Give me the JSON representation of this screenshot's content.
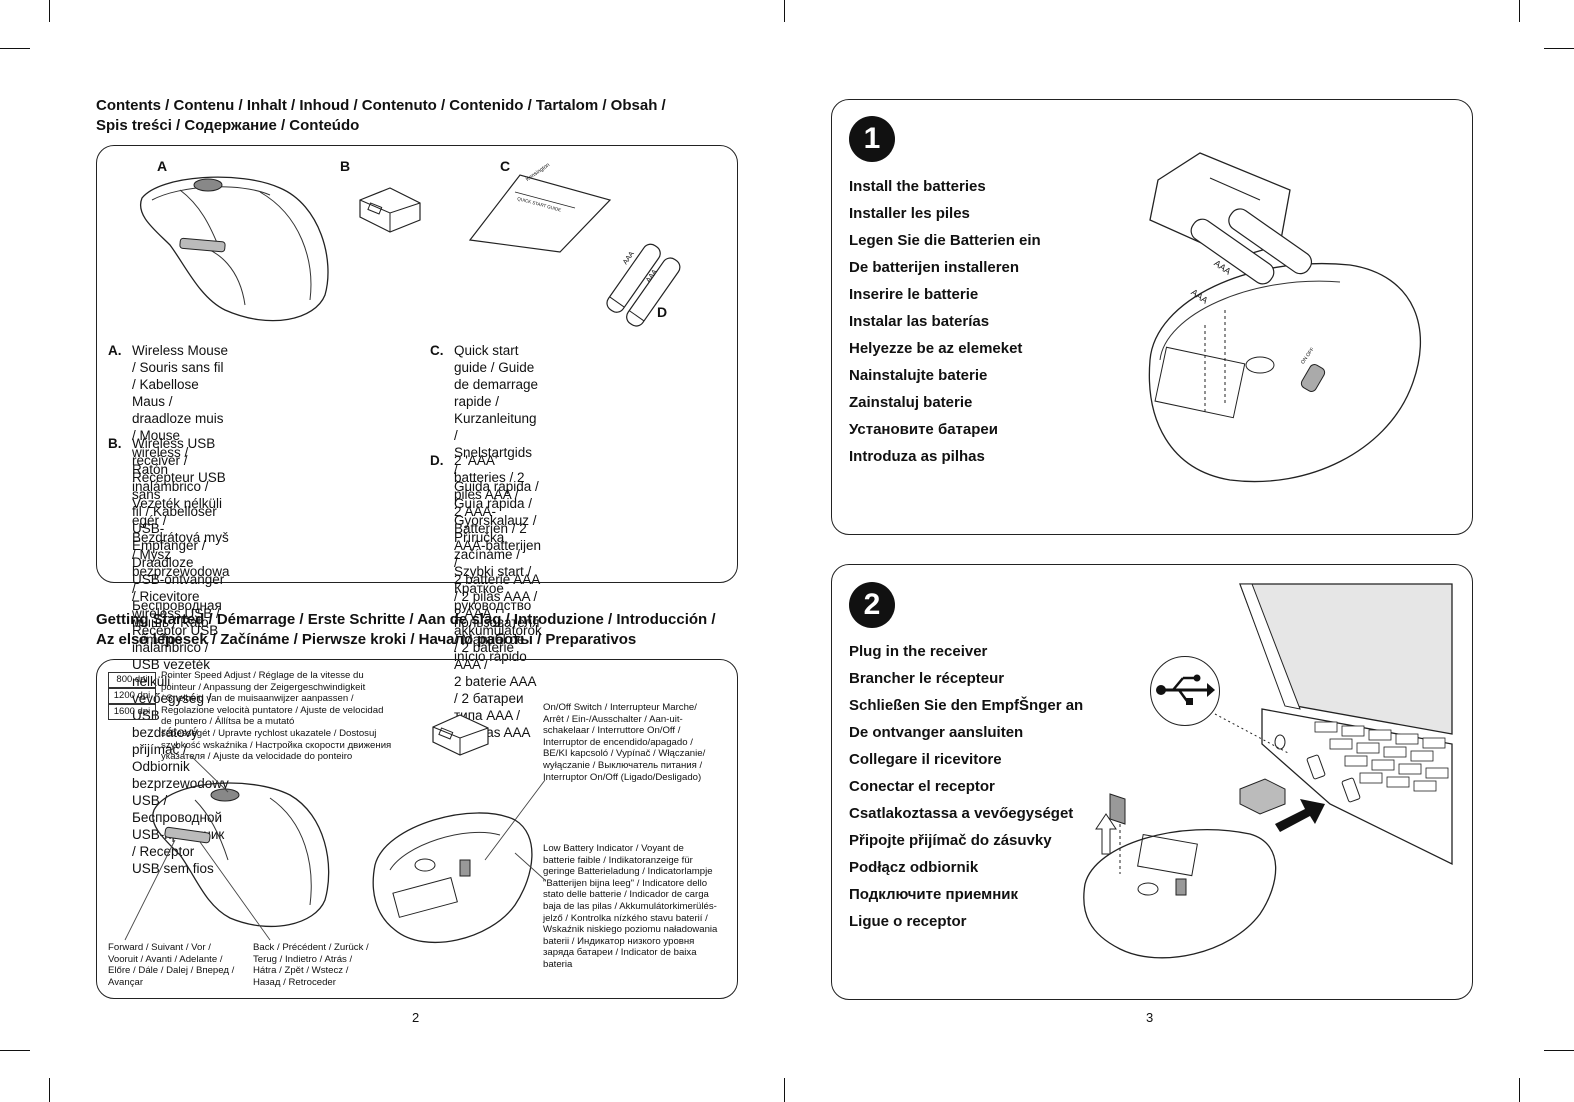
{
  "left_page": {
    "contents_heading": [
      "Contents / Contenu / Inhalt / Inhoud / Contenuto / Contenido / Tartalom / Obsah /",
      "Spis treści / Содержание / Conteúdo"
    ],
    "item_letters": {
      "a": "A",
      "b": "B",
      "c": "C",
      "d": "D"
    },
    "battery_label": "AAA",
    "guide_brand": "Kensington",
    "guide_title": "QUICK START GUIDE",
    "items": [
      {
        "letter": "A.",
        "text": [
          "Wireless Mouse / Souris sans fil / Kabellose",
          "Maus / draadloze muis / Mouse wireless /",
          "Ratón inalámbrico / Vezeték nélküli egér /",
          "Bezdrátová myš / Mysz bezprzewodowa /",
          "Беспроводная мышь / Rato sem fios"
        ]
      },
      {
        "letter": "B.",
        "text": [
          "Wireless USB receiver / Récepteur USB sans",
          "fil / Kabelloser USB-Empfänger / Draadloze",
          "USB-ontvanger / Ricevitore wireless USB /",
          "Receptor USB inalámbrico / USB vezeték",
          "nélküli vevőegység / USB bezdrátový",
          "přijímač / Odbiornik bezprzewodowy USB /",
          "Беспроводной USB-приемник / Receptor",
          "USB sem fios"
        ]
      },
      {
        "letter": "C.",
        "text": [
          "Quick start guide / Guide de demarrage",
          "rapide / Kurzanleitung / Snelstartgids /",
          "Guida rapida / Guía rápida / Gyorskalauz /",
          "Příručka začínáme / Szybki start /Краткое",
          "руководство пользователя / Manual de",
          "início rápido"
        ]
      },
      {
        "letter": "D.",
        "text": [
          "2 'AAA' batteries / 2 piles AAA /",
          "2 AAA-Batterien / 2 AAA-batterijen /",
          "2 batterie AAA / 2 pilas AAA / 2 AAA",
          "akkumulátorok / 2 baterie AAA /",
          "2 baterie AAA / 2 батареи типа AAA /",
          "2 pilhas AAA"
        ]
      }
    ],
    "getting_started_heading": [
      "Getting Started / Démarrage / Erste Schritte / Aan de slag / Introduzione / Introducción /",
      "Az első lépések / Začínáme / Pierwsze kroki / Начало работы / Preparativos"
    ],
    "dpi_values": [
      "800 dpi",
      "1200 dpi",
      "1600 dpi"
    ],
    "pointer_speed": [
      "Pointer Speed Adjust / Réglage de la vitesse du",
      "pointeur / Anpassung der Zeigergeschwindigkeit",
      "/ Snelheid van de muisaanwijzer aanpassen /",
      "Regolazione velocità puntatore / Ajuste de velocidad",
      "de puntero / Állítsa be a mutató",
      "sebességét / Upravte rychlost ukazatele / Dostosuj",
      "szybkość wskaźnika / Настройка скорости движения",
      "указателя / Ajuste da velocidade do ponteiro"
    ],
    "onoff_switch": [
      "On/Off Switch / Interrupteur Marche/",
      "Arrêt / Ein-/Ausschalter / Aan-uit-",
      "schakelaar / Interruttore On/Off /",
      "Interruptor de encendido/apagado /",
      "BE/KI kapcsoló / Vypínač / Włączanie/",
      "wyłączanie / Выключатель питания /",
      "Interruptor On/Off (Ligado/Desligado)"
    ],
    "low_battery": [
      "Low Battery Indicator / Voyant de",
      "batterie faible / Indikatoranzeige für",
      "geringe Batterieladung / Indicatorlampje",
      "\"Batterijen bijna leeg\" / Indicatore dello",
      "stato delle batterie / Indicador de carga",
      "baja de las pilas / Akkumulátorkimerülés-",
      "jelző / Kontrolka nízkého stavu baterií /",
      "Wskaźnik niskiego poziomu naładowania",
      "baterii / Индикатор низкого уровня",
      "заряда батареи / Indicator de baixa",
      "bateria"
    ],
    "forward": [
      "Forward / Suivant / Vor /",
      "Vooruit / Avanti / Adelante /",
      "Előre / Dále / Dalej / Вперед /",
      "Avançar"
    ],
    "back": [
      "Back / Précédent / Zurück /",
      "Terug / Indietro / Atrás /",
      "Hátra / Zpět / Wstecz /",
      "Назад / Retroceder"
    ],
    "page_number": "2"
  },
  "right_page": {
    "step1": {
      "number": "1",
      "lines": [
        "Install the batteries",
        "Installer les piles",
        "Legen Sie die Batterien ein",
        "De batterijen installeren",
        "Inserire le batterie",
        "Instalar las baterías",
        "Helyezze be az elemeket",
        "Nainstalujte baterie",
        "Zainstaluj baterie",
        "Установите батареи",
        "Introduza as pilhas"
      ]
    },
    "step2": {
      "number": "2",
      "lines": [
        "Plug in the receiver",
        "Brancher le récepteur",
        "Schließen Sie den EmpfŠnger an",
        "De ontvanger aansluiten",
        "Collegare il ricevitore",
        "Conectar el receptor",
        "Csatlakoztassa a vevőegységet",
        "Připojte přijímač do zásuvky",
        "Podłącz odbiornik",
        "Подключите приемник",
        "Ligue o receptor"
      ]
    },
    "switch_label": "ON OFF",
    "page_number": "3"
  },
  "icons": [
    "usb-icon",
    "battery-icon",
    "mouse-icon",
    "receiver-icon",
    "laptop-icon",
    "arrow-icon"
  ]
}
